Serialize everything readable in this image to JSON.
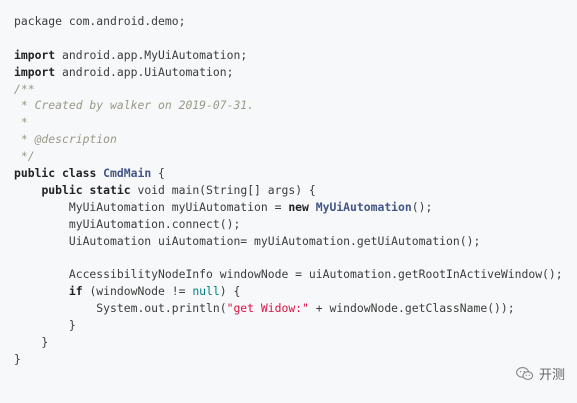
{
  "code": {
    "lines": [
      [
        {
          "t": "package com.android.demo;",
          "c": ""
        }
      ],
      [
        {
          "t": "",
          "c": ""
        }
      ],
      [
        {
          "t": "import",
          "c": "kw"
        },
        {
          "t": " android.app.MyUiAutomation;",
          "c": ""
        }
      ],
      [
        {
          "t": "import",
          "c": "kw"
        },
        {
          "t": " android.app.UiAutomation;",
          "c": ""
        }
      ],
      [
        {
          "t": "/**",
          "c": "cmt"
        }
      ],
      [
        {
          "t": " * Created by walker on 2019-07-31.",
          "c": "cmt"
        }
      ],
      [
        {
          "t": " *",
          "c": "cmt"
        }
      ],
      [
        {
          "t": " * @description",
          "c": "cmt"
        }
      ],
      [
        {
          "t": " */",
          "c": "cmt"
        }
      ],
      [
        {
          "t": "public",
          "c": "kw"
        },
        {
          "t": " ",
          "c": ""
        },
        {
          "t": "class",
          "c": "kw"
        },
        {
          "t": " ",
          "c": ""
        },
        {
          "t": "CmdMain",
          "c": "cls"
        },
        {
          "t": " {",
          "c": ""
        }
      ],
      [
        {
          "t": "    ",
          "c": ""
        },
        {
          "t": "public",
          "c": "kw"
        },
        {
          "t": " ",
          "c": ""
        },
        {
          "t": "static",
          "c": "kw"
        },
        {
          "t": " void main(String[] args) {",
          "c": ""
        }
      ],
      [
        {
          "t": "        MyUiAutomation myUiAutomation = ",
          "c": ""
        },
        {
          "t": "new",
          "c": "kw"
        },
        {
          "t": " ",
          "c": ""
        },
        {
          "t": "MyUiAutomation",
          "c": "ctor"
        },
        {
          "t": "();",
          "c": ""
        }
      ],
      [
        {
          "t": "        myUiAutomation.connect();",
          "c": ""
        }
      ],
      [
        {
          "t": "        UiAutomation uiAutomation= myUiAutomation.getUiAutomation();",
          "c": ""
        }
      ],
      [
        {
          "t": "",
          "c": ""
        }
      ],
      [
        {
          "t": "        AccessibilityNodeInfo windowNode = uiAutomation.getRootInActiveWindow();",
          "c": ""
        }
      ],
      [
        {
          "t": "        ",
          "c": ""
        },
        {
          "t": "if",
          "c": "kw"
        },
        {
          "t": " (windowNode != ",
          "c": ""
        },
        {
          "t": "null",
          "c": "lit"
        },
        {
          "t": ") {",
          "c": ""
        }
      ],
      [
        {
          "t": "            System.out.println(",
          "c": ""
        },
        {
          "t": "\"get Widow:\"",
          "c": "str"
        },
        {
          "t": " + windowNode.getClassName());",
          "c": ""
        }
      ],
      [
        {
          "t": "        }",
          "c": ""
        }
      ],
      [
        {
          "t": "    }",
          "c": ""
        }
      ],
      [
        {
          "t": "}",
          "c": ""
        }
      ]
    ]
  },
  "watermark": {
    "icon": "wechat-icon",
    "text": "开测",
    "color": "#888888"
  },
  "colors": {
    "background": "#f7f8f9",
    "text": "#3c3c3c",
    "keyword": "#222222",
    "class": "#445588",
    "comment": "#999988",
    "string": "#dd1144",
    "literal": "#008080"
  }
}
